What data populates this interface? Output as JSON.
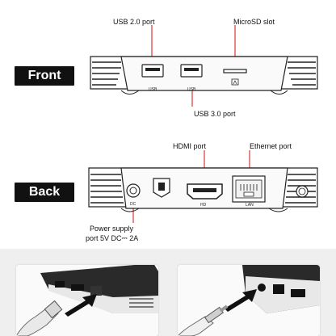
{
  "front": {
    "badge": "Front",
    "callouts": {
      "usb2": "USB 2.0 port",
      "microsd": "MicroSD slot",
      "usb3": "USB 3.0 port"
    },
    "port_labels": {
      "usb_left": "USB",
      "usb_right": "USB"
    }
  },
  "back": {
    "badge": "Back",
    "callouts": {
      "hdmi": "HDMI port",
      "ethernet": "Ethernet port",
      "power_line1": "Power supply",
      "power_line2": "port 5V DC⎓ 2A"
    },
    "port_labels": {
      "dc": "DC",
      "hdmi": "HD",
      "lan": "LAN"
    }
  },
  "colors": {
    "badge_bg": "#111111",
    "accent_line": "#cc1111",
    "photo_bg": "#efefef"
  }
}
